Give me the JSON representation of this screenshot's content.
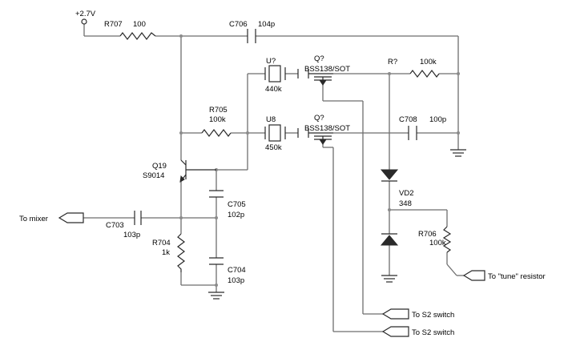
{
  "schematic": {
    "supply": {
      "label": "+2.7V"
    },
    "components": {
      "r707": {
        "ref": "R707",
        "value": "100"
      },
      "c706": {
        "ref": "C706",
        "value": "104p"
      },
      "u_top": {
        "ref": "U?",
        "value": "440k"
      },
      "q_top": {
        "ref": "Q?",
        "part": "BSS138/SOT"
      },
      "r_top": {
        "ref": "R?",
        "value": "100k"
      },
      "r705": {
        "ref": "R705",
        "value": "100k"
      },
      "u8": {
        "ref": "U8",
        "value": "450k"
      },
      "q_bot": {
        "ref": "Q?",
        "part": "BSS138/SOT"
      },
      "c708": {
        "ref": "C708",
        "value": "100p"
      },
      "q19": {
        "ref": "Q19",
        "part": "S9014"
      },
      "c705": {
        "ref": "C705",
        "value": "102p"
      },
      "c703": {
        "ref": "C703",
        "value": "103p"
      },
      "r704": {
        "ref": "R704",
        "value": "1k"
      },
      "c704": {
        "ref": "C704",
        "value": "103p"
      },
      "vd2": {
        "ref": "VD2",
        "value": "348"
      },
      "r706": {
        "ref": "R706",
        "value": "100k"
      }
    },
    "ports": {
      "mixer": "To mixer",
      "tune": "To \"tune\" resistor",
      "s2_a": "To S2 switch",
      "s2_b": "To S2 switch"
    }
  }
}
